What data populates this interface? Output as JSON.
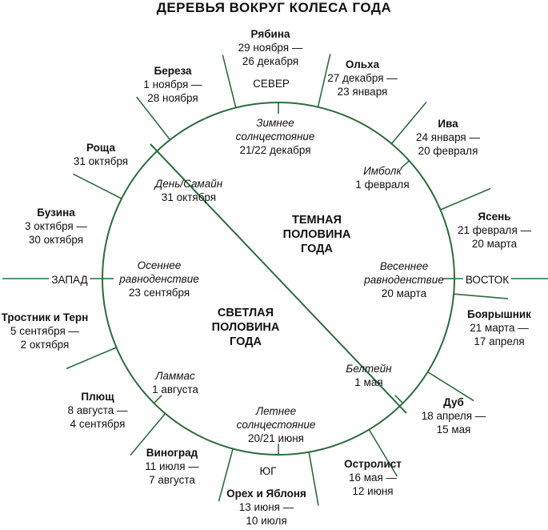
{
  "title": "ДЕРЕВЬЯ ВОКРУГ КОЛЕСА ГОДА",
  "directions": {
    "north": "СЕВЕР",
    "south": "ЮГ",
    "west": "ЗАПАД",
    "east": "ВОСТОК"
  },
  "halves": {
    "dark": [
      "ТЕМНАЯ",
      "ПОЛОВИНА",
      "ГОДА"
    ],
    "light": [
      "СВЕТЛАЯ",
      "ПОЛОВИНА",
      "ГОДА"
    ]
  },
  "colors": {
    "line": "#2e6b3c",
    "text": "#111111"
  },
  "trees": [
    {
      "name": "Рябина",
      "dates": [
        "29 ноября —",
        "26 декабря"
      ]
    },
    {
      "name": "Ольха",
      "dates": [
        "27 декабря —",
        "23 января"
      ]
    },
    {
      "name": "Ива",
      "dates": [
        "24 января —",
        "20 февраля"
      ]
    },
    {
      "name": "Ясень",
      "dates": [
        "21 февраля —",
        "20 марта"
      ]
    },
    {
      "name": "Боярышник",
      "dates": [
        "21 марта —",
        "17 апреля"
      ]
    },
    {
      "name": "Дуб",
      "dates": [
        "18 апреля —",
        "15 мая"
      ]
    },
    {
      "name": "Остролист",
      "dates": [
        "16 мая —",
        "12 июня"
      ]
    },
    {
      "name": "Орех и Яблоня",
      "dates": [
        "13 июня —",
        "10 июля"
      ]
    },
    {
      "name": "Виноград",
      "dates": [
        "11 июля —",
        "7 августа"
      ]
    },
    {
      "name": "Плющ",
      "dates": [
        "8 августа —",
        "4 сентября"
      ]
    },
    {
      "name": "Тростник и Терн",
      "dates": [
        "5 сентября —",
        "2 октября"
      ]
    },
    {
      "name": "Бузина",
      "dates": [
        "3 октября —",
        "30 октября"
      ]
    },
    {
      "name": "Роща",
      "dates": [
        "31 октября"
      ]
    },
    {
      "name": "Береза",
      "dates": [
        "1 ноября —",
        "28 ноября"
      ]
    }
  ],
  "festivals": [
    {
      "name": "Зимнее солнцестояние",
      "lines": [
        "Зимнее",
        "солнцестояние"
      ],
      "date": "21/22 декабря"
    },
    {
      "name": "Имболк",
      "lines": [
        "Имболк"
      ],
      "date": "1 февраля"
    },
    {
      "name": "Весеннее равноденствие",
      "lines": [
        "Весеннее",
        "равноденствие"
      ],
      "date": "20 марта"
    },
    {
      "name": "Белтейн",
      "lines": [
        "Белтейн"
      ],
      "date": "1 мая"
    },
    {
      "name": "Летнее солнцестояние",
      "lines": [
        "Летнее",
        "солнцестояние"
      ],
      "date": "20/21 июня"
    },
    {
      "name": "Ламмас",
      "lines": [
        "Ламмас"
      ],
      "date": "1 августа"
    },
    {
      "name": "Осеннее равноденствие",
      "lines": [
        "Осеннее",
        "равноденствие"
      ],
      "date": "23 сентября"
    },
    {
      "name": "День Самайн",
      "lines": [
        "День/Самайн"
      ],
      "date": "31 октября"
    }
  ]
}
